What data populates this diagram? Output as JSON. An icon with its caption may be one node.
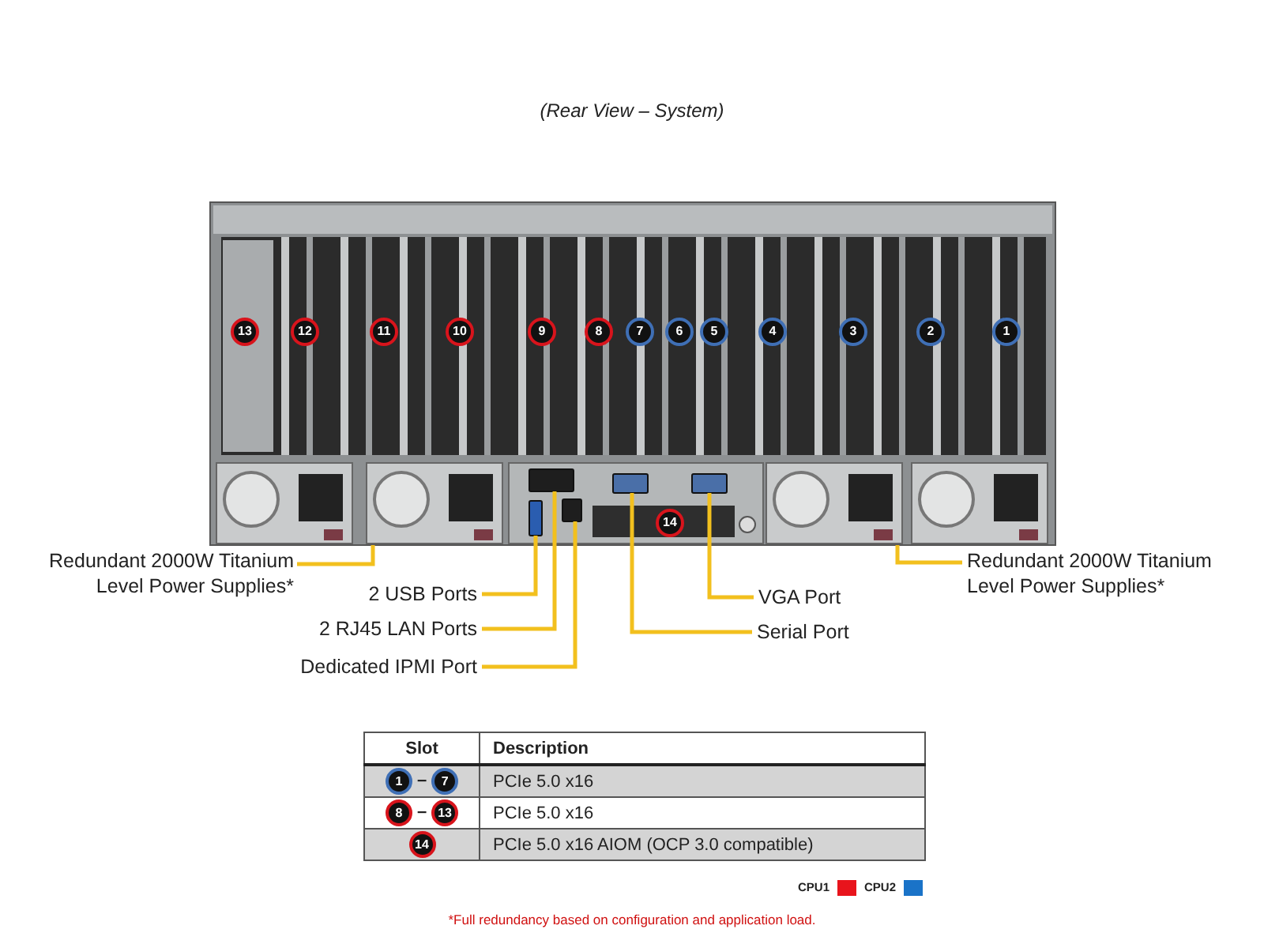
{
  "diagram": {
    "title": "(Rear View – System)",
    "nodes": [
      {
        "text": [
          "Redundant  2000W Titanium Level Power Supplies*"
        ]
      },
      {
        "text": [
          "2 USB Ports"
        ]
      },
      {
        "text": [
          "2 RJ45 LAN Ports"
        ]
      },
      {
        "text": [
          "Dedicated IPMI  Port"
        ]
      },
      {
        "text": [
          "VGA Port"
        ]
      },
      {
        "text": [
          "Serial Port"
        ]
      },
      {
        "text": [
          "Redundant  2000W Titanium Level Power Supplies*"
        ]
      },
      {
        "text": [],
        "shape": "box"
      },
      {
        "text": [],
        "shape": "box"
      },
      {
        "text": [],
        "shape": "box"
      },
      {
        "text": [],
        "shape": "box"
      },
      {
        "text": [],
        "shape": "box"
      },
      {
        "text": [],
        "shape": "box"
      },
      {
        "text": [],
        "shape": "box"
      }
    ],
    "edges": [
      {
        "from": 0,
        "to": 7,
        "arrow": "none"
      },
      {
        "from": 1,
        "to": 8,
        "arrow": "none"
      },
      {
        "from": 2,
        "to": 9,
        "arrow": "none"
      },
      {
        "from": 3,
        "to": 10,
        "arrow": "none"
      },
      {
        "from": 4,
        "to": 11,
        "arrow": "none"
      },
      {
        "from": 5,
        "to": 12,
        "arrow": "none"
      },
      {
        "from": 6,
        "to": 13,
        "arrow": "none"
      }
    ],
    "labels": [
      "13",
      "12",
      "11",
      "10",
      "9",
      "8",
      "7",
      "6",
      "5",
      "4",
      "3",
      "2",
      "1",
      "14",
      "Slot",
      "Description",
      "1",
      "–",
      "7",
      "PCIe 5.0 x16",
      "8",
      "–",
      "13",
      "PCIe 5.0 x16",
      "14",
      "PCIe 5.0 x16 AIOM (OCP 3.0 compatible)",
      "*Full redundancy based on configuration and application load."
    ],
    "legend": [
      {
        "text": "CPU1",
        "color": "#e8141c"
      },
      {
        "text": "CPU2",
        "color": "#1a73c8"
      }
    ]
  }
}
